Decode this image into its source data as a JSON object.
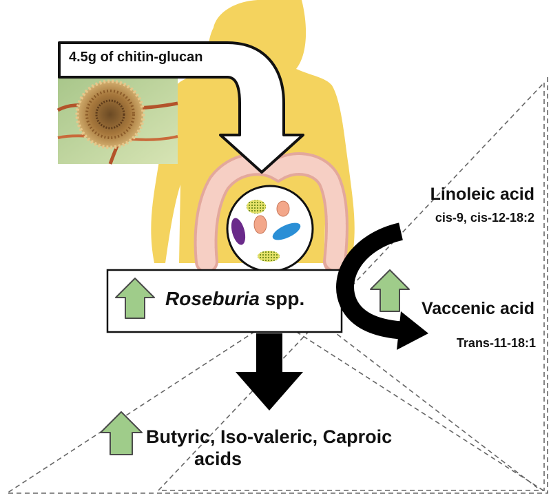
{
  "intake": {
    "label": "4.5g of chitin-glucan"
  },
  "bacteria": {
    "genus": "Roseburia",
    "suffix": " spp."
  },
  "linoleic": {
    "name": "Linoleic acid",
    "formula": "cis-9, cis-12-18:2"
  },
  "vaccenic": {
    "name": "Vaccenic acid",
    "formula": "Trans-11-18:1"
  },
  "scfa": {
    "line1": "Butyric, Iso-valeric, Caproic",
    "line2": "acids"
  },
  "colors": {
    "body": "#F4D35E",
    "colon": "#F2C2B8",
    "increase_arrow": "#9FCC8A",
    "increase_arrow_stroke": "#4A4A4A",
    "black_arrow": "#000000",
    "dashes": "#666666"
  }
}
